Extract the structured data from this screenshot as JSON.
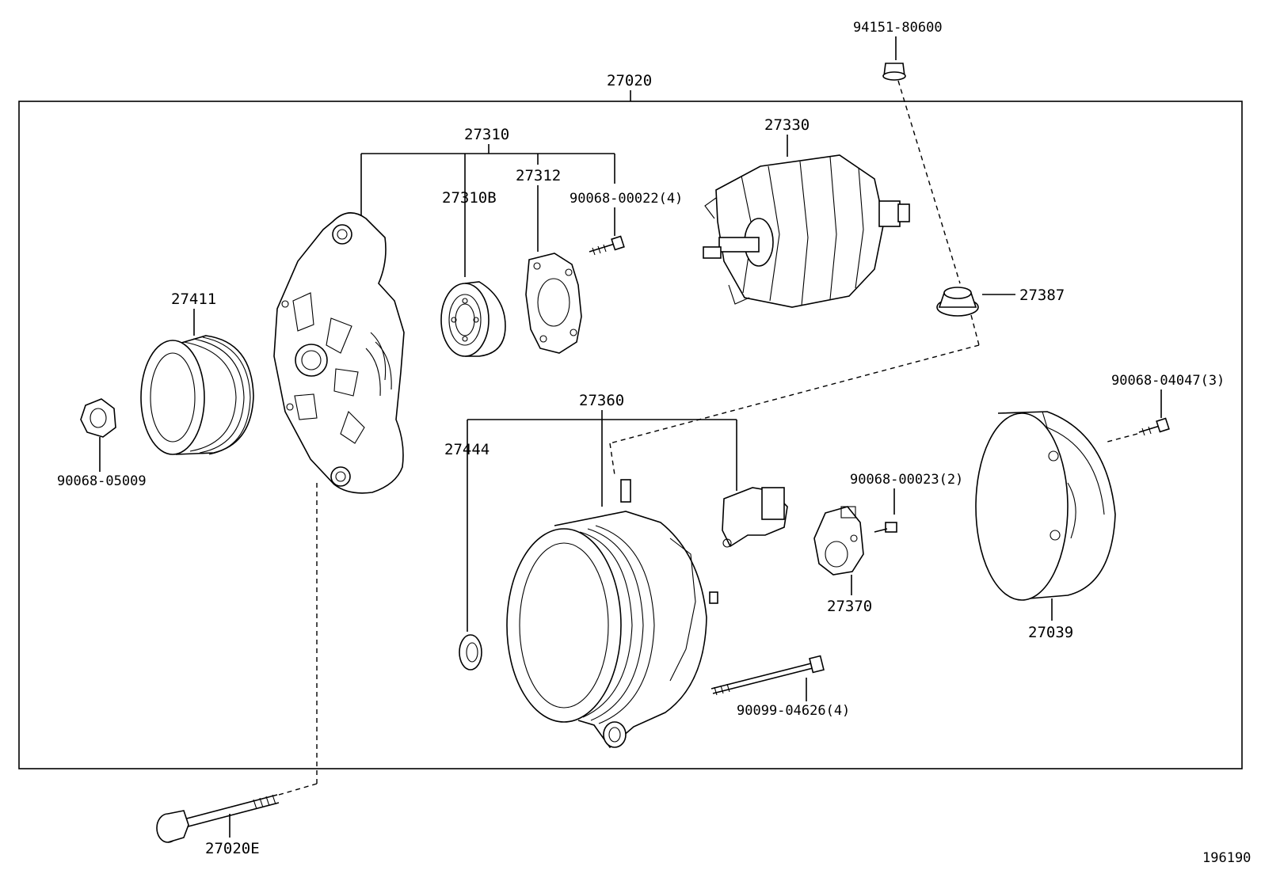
{
  "diagram": {
    "assembly_label": "27020",
    "figure_number": "196190",
    "labels": {
      "p94151_80600": "94151-80600",
      "p27310": "27310",
      "p27312": "27312",
      "p27310B": "27310B",
      "p90068_00022": "90068-00022(4)",
      "p27330": "27330",
      "p27411": "27411",
      "p27387": "27387",
      "p90068_04047": "90068-04047(3)",
      "p27360": "27360",
      "p27444": "27444",
      "p90068_05009": "90068-05009",
      "p90068_00023": "90068-00023(2)",
      "p27370": "27370",
      "p27039": "27039",
      "p90099_04626": "90099-04626(4)",
      "p27020E": "27020E"
    }
  }
}
